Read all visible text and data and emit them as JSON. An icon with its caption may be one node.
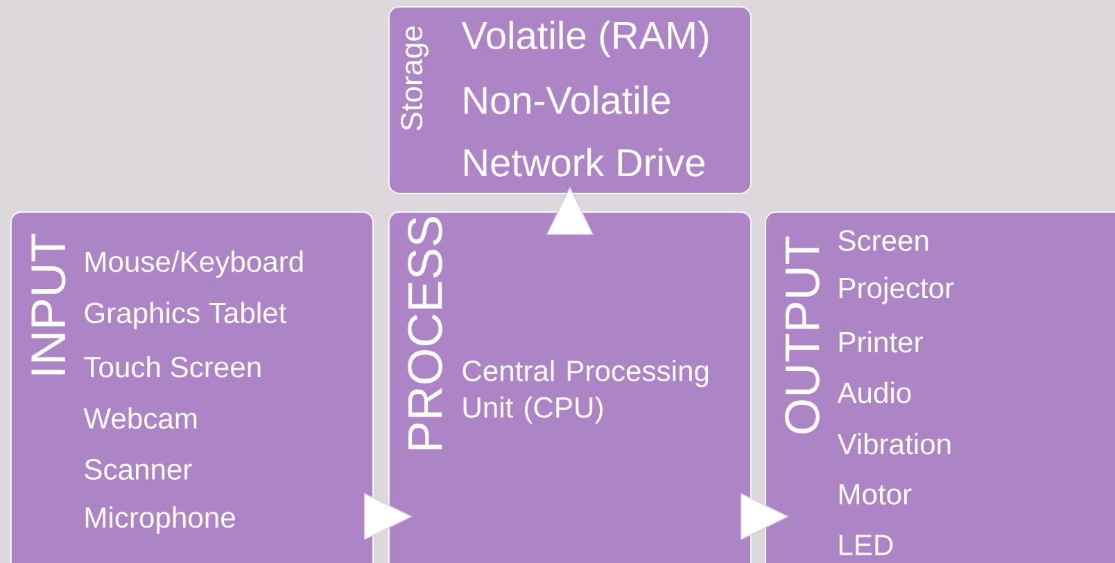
{
  "diagram": {
    "nodes": [
      {
        "text": [
          "Storage",
          "Volatile (RAM)",
          "Non-Volatile",
          "Network Drive"
        ]
      },
      {
        "text": [
          "INPUT",
          "Mouse/Keyboard",
          "Graphics Tablet",
          "Touch Screen",
          "Webcam",
          "Scanner",
          "Microphone"
        ]
      },
      {
        "text": [
          "PROCESS",
          "Central Processing Unit (CPU)"
        ]
      },
      {
        "text": [
          "OUTPUT",
          "Screen",
          "Projector",
          "Printer",
          "Audio",
          "Vibration",
          "Motor",
          "LED"
        ]
      }
    ],
    "edges": [
      {
        "from": 1,
        "to": 2,
        "arrow": "to"
      },
      {
        "from": 2,
        "to": 3,
        "arrow": "to"
      },
      {
        "from": 2,
        "to": 0,
        "arrow": "to"
      }
    ]
  }
}
